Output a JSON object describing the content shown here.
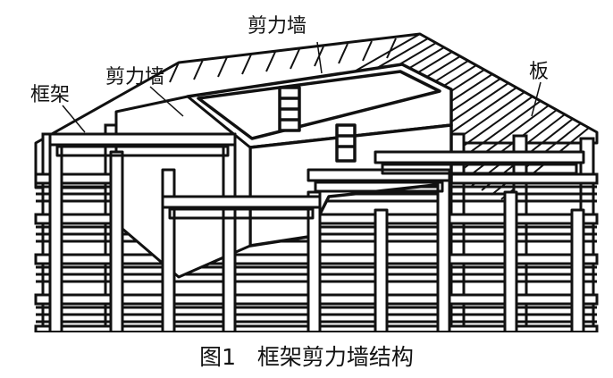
{
  "labels": {
    "frame": "框架",
    "shear_wall_left": "剪力墙",
    "shear_wall_top": "剪力墙",
    "slab": "板"
  },
  "caption": "图1   框架剪力墙结构",
  "colors": {
    "ink": "#111111",
    "paper": "#ffffff"
  }
}
